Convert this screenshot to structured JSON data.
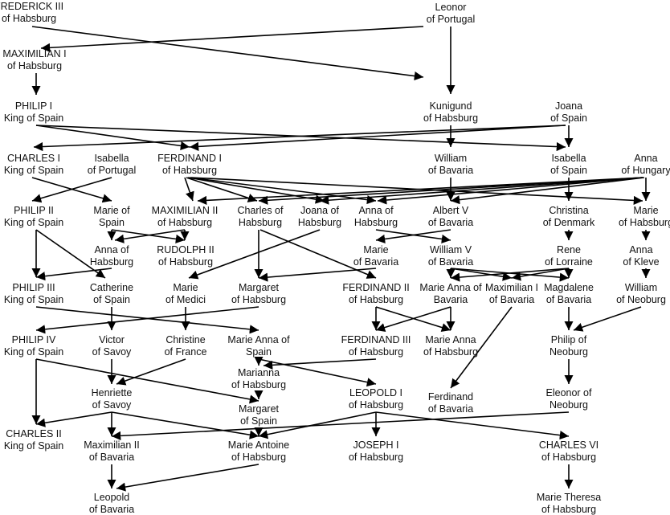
{
  "people": {
    "frederick3": {
      "line1": "FREDERICK III",
      "line2": "of Habsburg"
    },
    "leonor": {
      "line1": "Leonor",
      "line2": "of Portugal"
    },
    "maximilian1": {
      "line1": "MAXIMILIAN I",
      "line2": "of Habsburg"
    },
    "philip1": {
      "line1": "PHILIP I",
      "line2": "King of Spain"
    },
    "kunigund": {
      "line1": "Kunigund",
      "line2": "of Habsburg"
    },
    "joana": {
      "line1": "Joana",
      "line2": "of Spain"
    },
    "charles1": {
      "line1": "CHARLES I",
      "line2": "King of Spain"
    },
    "isabella_portugal": {
      "line1": "Isabella",
      "line2": "of Portugal"
    },
    "ferdinand1": {
      "line1": "FERDINAND I",
      "line2": "of Habsburg"
    },
    "william_bavaria": {
      "line1": "William",
      "line2": "of Bavaria"
    },
    "isabella_spain": {
      "line1": "Isabella",
      "line2": "of Spain"
    },
    "anna_hungary": {
      "line1": "Anna",
      "line2": "of Hungary"
    },
    "philip2": {
      "line1": "PHILIP II",
      "line2": "King of Spain"
    },
    "marie_spain": {
      "line1": "Marie of",
      "line2": "Spain"
    },
    "maximilian2": {
      "line1": "MAXIMILIAN II",
      "line2": "of Habsburg"
    },
    "charles_habsburg": {
      "line1": "Charles of",
      "line2": "Habsburg"
    },
    "joana_habsburg": {
      "line1": "Joana of",
      "line2": "Habsburg"
    },
    "anna_of_habsburg": {
      "line1": "Anna of",
      "line2": "Habsburg"
    },
    "albert5": {
      "line1": "Albert V",
      "line2": "of Bavaria"
    },
    "christina_denmark": {
      "line1": "Christina",
      "line2": "of Denmark"
    },
    "marie_habsburg": {
      "line1": "Marie",
      "line2": "of Habsburg"
    },
    "anna_of_habsburg2": {
      "line1": "Anna of",
      "line2": "Habsburg"
    },
    "rudolph2": {
      "line1": "RUDOLPH II",
      "line2": "of Habsburg"
    },
    "marie_bavaria": {
      "line1": "Marie",
      "line2": "of Bavaria"
    },
    "william5": {
      "line1": "William V",
      "line2": "of Bavaria"
    },
    "rene": {
      "line1": "Rene",
      "line2": "of Lorraine"
    },
    "anna_kleve": {
      "line1": "Anna",
      "line2": "of Kleve"
    },
    "philip3": {
      "line1": "PHILIP III",
      "line2": "King of Spain"
    },
    "catherine_spain": {
      "line1": "Catherine",
      "line2": "of Spain"
    },
    "marie_medici": {
      "line1": "Marie",
      "line2": "of Medici"
    },
    "margaret_habsburg": {
      "line1": "Margaret",
      "line2": "of Habsburg"
    },
    "ferdinand2": {
      "line1": "FERDINAND II",
      "line2": "of Habsburg"
    },
    "marie_anna_bavaria": {
      "line1": "Marie Anna of",
      "line2": "Bavaria"
    },
    "maximilian1_bavaria": {
      "line1": "Maximilian I",
      "line2": "of Bavaria"
    },
    "magdalene": {
      "line1": "Magdalene",
      "line2": "of Bavaria"
    },
    "william_neoburg": {
      "line1": "William",
      "line2": "of Neoburg"
    },
    "philip4": {
      "line1": "PHILIP IV",
      "line2": "King of Spain"
    },
    "victor_savoy": {
      "line1": "Victor",
      "line2": "of Savoy"
    },
    "christine_france": {
      "line1": "Christine",
      "line2": "of France"
    },
    "marie_anna_spain": {
      "line1": "Marie Anna of",
      "line2": "Spain"
    },
    "ferdinand3": {
      "line1": "FERDINAND III",
      "line2": "of Habsburg"
    },
    "marie_anna_habsburg": {
      "line1": "Marie Anna",
      "line2": "of Habsburg"
    },
    "philip_neoburg": {
      "line1": "Philip of",
      "line2": "Neoburg"
    },
    "marianna": {
      "line1": "Marianna",
      "line2": "of Habsburg"
    },
    "henriette": {
      "line1": "Henriette",
      "line2": "of Savoy"
    },
    "leopold1": {
      "line1": "LEOPOLD I",
      "line2": "of Habsburg"
    },
    "ferdinand_bavaria": {
      "line1": "Ferdinand",
      "line2": "of Bavaria"
    },
    "eleonor": {
      "line1": "Eleonor of",
      "line2": "Neoburg"
    },
    "margaret_spain": {
      "line1": "Margaret",
      "line2": "of Spain"
    },
    "charles2": {
      "line1": "CHARLES II",
      "line2": "King of Spain"
    },
    "maximilian2_bavaria": {
      "line1": "Maximilian II",
      "line2": "of Bavaria"
    },
    "marie_antoine": {
      "line1": "Marie Antoine",
      "line2": "of Habsburg"
    },
    "joseph1": {
      "line1": "JOSEPH I",
      "line2": "of Habsburg"
    },
    "charles6": {
      "line1": "CHARLES VI",
      "line2": "of Habsburg"
    },
    "leopold_bavaria": {
      "line1": "Leopold",
      "line2": "of Bavaria"
    },
    "marie_theresa": {
      "line1": "Marie Theresa",
      "line2": "of Habsburg"
    }
  }
}
